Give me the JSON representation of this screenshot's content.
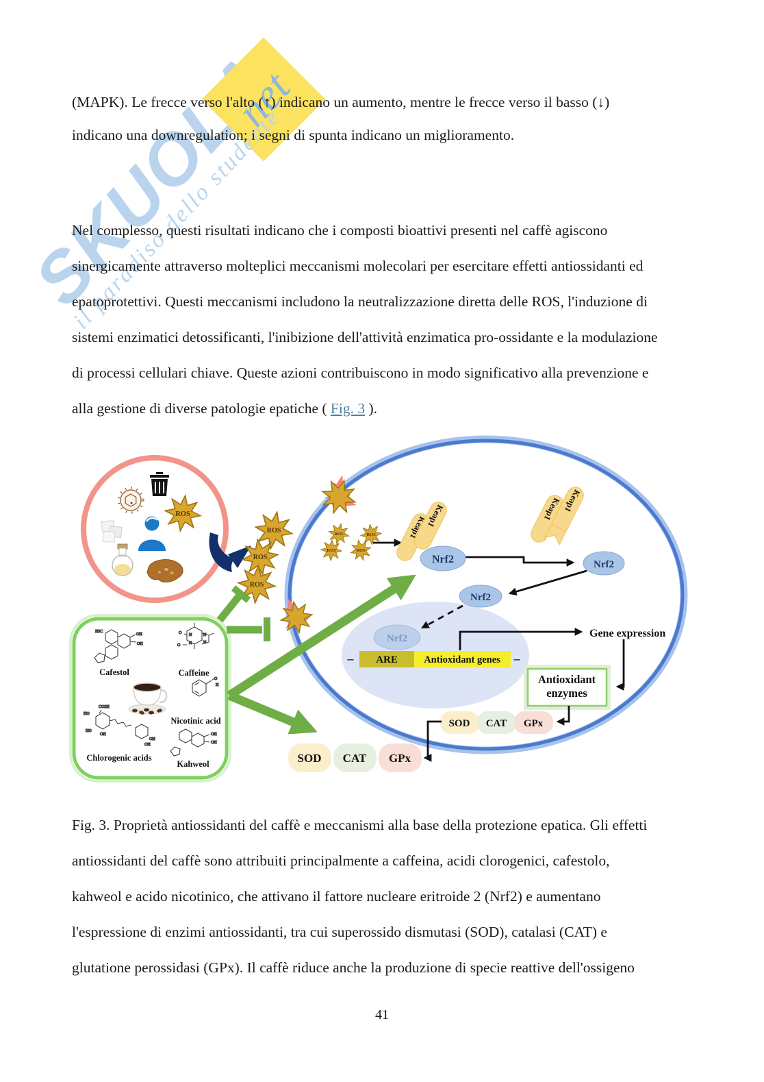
{
  "watermark": {
    "brand": "SKUOLA",
    "suffix": "net",
    "tagline": "il paradiso dello studente"
  },
  "intro": {
    "line1": "(MAPK). Le frecce verso l'alto (↑) indicano un aumento, mentre le frecce verso il basso (↓)",
    "line2": "indicano una downregulation; i segni di spunta indicano un miglioramento."
  },
  "body": {
    "line1": "Nel complesso, questi risultati indicano che i composti bioattivi presenti nel caffè agiscono",
    "line2": "sinergicamente attraverso molteplici meccanismi molecolari per esercitare effetti antiossidanti ed",
    "line3": "epatoprotettivi. Questi meccanismi includono la neutralizzazione diretta delle ROS, l'induzione di",
    "line4": "sistemi enzimatici detossificanti, l'inibizione dell'attività enzimatica pro-ossidante e la modulazione",
    "line5": "di processi cellulari chiave. Queste azioni contribuiscono in modo significativo alla prevenzione e",
    "line6_pre": "alla gestione di diverse patologie epatiche ( ",
    "line6_link": "Fig. 3",
    "line6_post": " )."
  },
  "caption": {
    "line1": "Fig. 3. Proprietà antiossidanti del caffè e meccanismi alla base della protezione epatica. Gli effetti",
    "line2": "antiossidanti del caffè sono attribuiti principalmente a caffeina, acidi clorogenici, cafestolo,",
    "line3": "kahweol e acido nicotinico, che attivano il fattore nucleare eritroide 2 (Nrf2) e aumentano",
    "line4": "l'espressione di enzimi antiossidanti, tra cui superossido dismutasi (SOD), catalasi (CAT) e",
    "line5": "glutatione perossidasi (GPx). Il caffè riduce anche la produzione di specie reattive dell'ossigeno"
  },
  "page_number": "41",
  "figure": {
    "ros": "ROS",
    "keap1": "Keap1",
    "nrf2": "Nrf2",
    "are": "ARE",
    "antioxidant_genes": "Antioxidant genes",
    "gene_expression": "Gene expression",
    "antioxidant_enzymes_1": "Antioxidant",
    "antioxidant_enzymes_2": "enzymes",
    "sod": "SOD",
    "cat": "CAT",
    "gpx": "GPx",
    "dash": "–",
    "compounds": {
      "cafestol": "Cafestol",
      "caffeine": "Caffeine",
      "nicotinic_acid": "Nicotinic acid",
      "chlorogenic_acids": "Chlorogenic acids",
      "kahweol": "Kahweol"
    },
    "colors": {
      "membrane": "#4b79ce",
      "membrane_halo": "#a7c3ec",
      "risk_ring": "#f2948a",
      "star_gold": "#d8a62c",
      "keap1_fill": "#f8d88a",
      "nrf2_fill": "#a9c6e8",
      "nucleus": "#dde4f6",
      "are_dark": "#c9bd2e",
      "are_bright": "#f4ee2b",
      "green": "#6fae47",
      "box_border": "#7fd05e",
      "sod_fill": "#fbeecb",
      "cat_fill": "#e7f0e0",
      "gpx_fill": "#f8ded6",
      "navy_arrow": "#12306b",
      "pink_burst": "#f9837a",
      "link": "#4d7f9e",
      "watermark_blue": "#b9d4ec",
      "watermark_yellow": "#fbe35f"
    }
  }
}
